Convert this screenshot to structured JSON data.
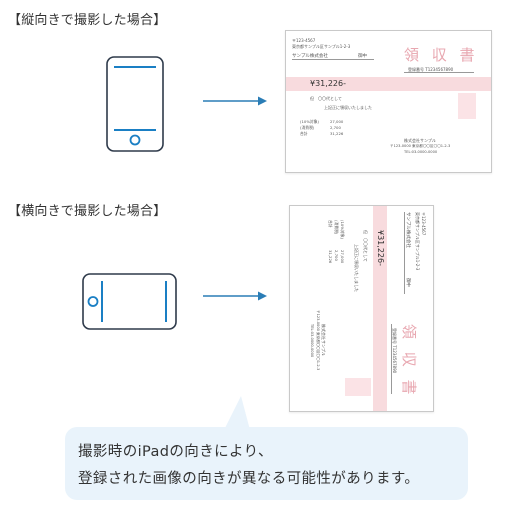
{
  "sections": {
    "portrait": {
      "heading": "【縦向きで撮影した場合】"
    },
    "landscape": {
      "heading": "【横向きで撮影した場合】"
    }
  },
  "receipt": {
    "title": "領 収 書",
    "postal": "〒123-4567",
    "address": "東京都サンプル区サンプル1-2-3",
    "company": "サンプル株式会社",
    "honorific": "御中",
    "reg_number": "登録番号 T1234567890",
    "amount": "¥31,226-",
    "proviso": "但　〇〇代として",
    "received_text": "上記正に領収いたしました",
    "breakdown": [
      {
        "label": "(10%対象)",
        "value": "27,000"
      },
      {
        "label": "(消費税)",
        "value": "2,700"
      },
      {
        "label": "合計",
        "value": "31,226"
      }
    ],
    "issuer": "株式会社サンプル",
    "issuer_address": "〒123-0000 東京都〇〇区〇〇1-2-3",
    "issuer_tel": "TEL:03-0000-0000"
  },
  "note": {
    "line1": "撮影時のiPadの向きにより、",
    "line2": "登録された画像の向きが異なる可能性があります。"
  },
  "colors": {
    "device_outline": "#2e3a4a",
    "device_accent": "#1a7fc4",
    "arrow": "#2a7db6",
    "bubble_bg": "#e9f3fb",
    "receipt_pink": "#f4c7cd",
    "receipt_title": "#e8a7b0"
  },
  "icons": {
    "device_portrait": "tablet-portrait-icon",
    "device_landscape": "tablet-landscape-icon",
    "arrow": "arrow-right-icon"
  }
}
